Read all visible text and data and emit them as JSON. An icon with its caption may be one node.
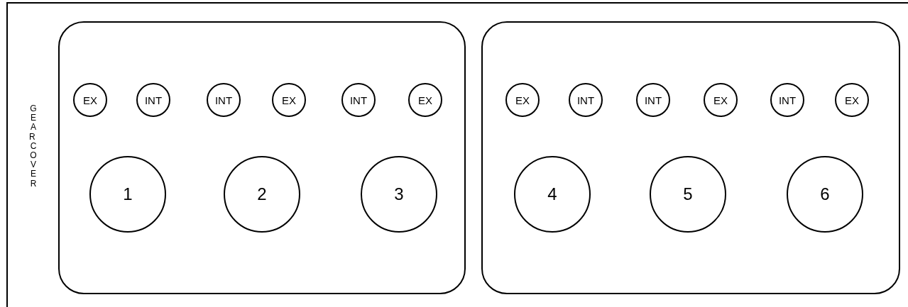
{
  "diagram": {
    "nodes": [
      {
        "text": [],
        "shape": "box"
      },
      {
        "text": [
          "EX"
        ],
        "in": 0
      },
      {
        "text": [
          "INT"
        ],
        "in": 0
      },
      {
        "text": [
          "INT"
        ],
        "in": 0
      },
      {
        "text": [
          "EX"
        ],
        "in": 0
      },
      {
        "text": [
          "INT"
        ],
        "in": 0
      },
      {
        "text": [
          "EX"
        ],
        "in": 0
      },
      {
        "text": [
          "1"
        ],
        "in": 0
      },
      {
        "text": [
          "2"
        ],
        "in": 0
      },
      {
        "text": [
          "3"
        ],
        "in": 0
      },
      {
        "text": [],
        "shape": "box"
      },
      {
        "text": [
          "EX"
        ],
        "in": 10
      },
      {
        "text": [
          "INT"
        ],
        "in": 10
      },
      {
        "text": [
          "INT"
        ],
        "in": 10
      },
      {
        "text": [
          "EX"
        ],
        "in": 10
      },
      {
        "text": [
          "INT"
        ],
        "in": 10
      },
      {
        "text": [
          "EX"
        ],
        "in": 10
      },
      {
        "text": [
          "4"
        ],
        "in": 10
      },
      {
        "text": [
          "5"
        ],
        "in": 10
      },
      {
        "text": [
          "6"
        ],
        "in": 10
      }
    ],
    "labels": [
      "GEAR COVER"
    ]
  }
}
